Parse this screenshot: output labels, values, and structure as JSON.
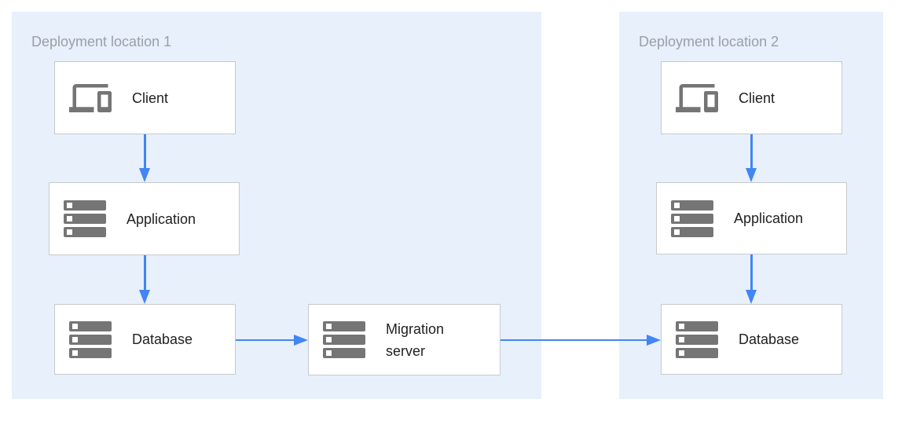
{
  "panels": [
    {
      "label": "Deployment location 1"
    },
    {
      "label": "Deployment location 2"
    }
  ],
  "nodes": {
    "client1": {
      "label": "Client",
      "icon": "devices-icon"
    },
    "application1": {
      "label": "Application",
      "icon": "server-stack-icon"
    },
    "database1": {
      "label": "Database",
      "icon": "server-stack-icon"
    },
    "migration_server": {
      "label": "Migration server",
      "icon": "server-stack-icon"
    },
    "client2": {
      "label": "Client",
      "icon": "devices-icon"
    },
    "application2": {
      "label": "Application",
      "icon": "server-stack-icon"
    },
    "database2": {
      "label": "Database",
      "icon": "server-stack-icon"
    }
  },
  "edges": [
    {
      "from": "client1",
      "to": "application1"
    },
    {
      "from": "application1",
      "to": "database1"
    },
    {
      "from": "database1",
      "to": "migration_server"
    },
    {
      "from": "migration_server",
      "to": "database2"
    },
    {
      "from": "client2",
      "to": "application2"
    },
    {
      "from": "application2",
      "to": "database2"
    }
  ],
  "colors": {
    "panel_bg": "#E7F0FB",
    "panel_label": "#9AA0A6",
    "node_label": "#212121",
    "node_border": "#C6CACD",
    "icon": "#757575",
    "arrow": "#4285F4",
    "canvas_bg": "#FFFFFF"
  }
}
